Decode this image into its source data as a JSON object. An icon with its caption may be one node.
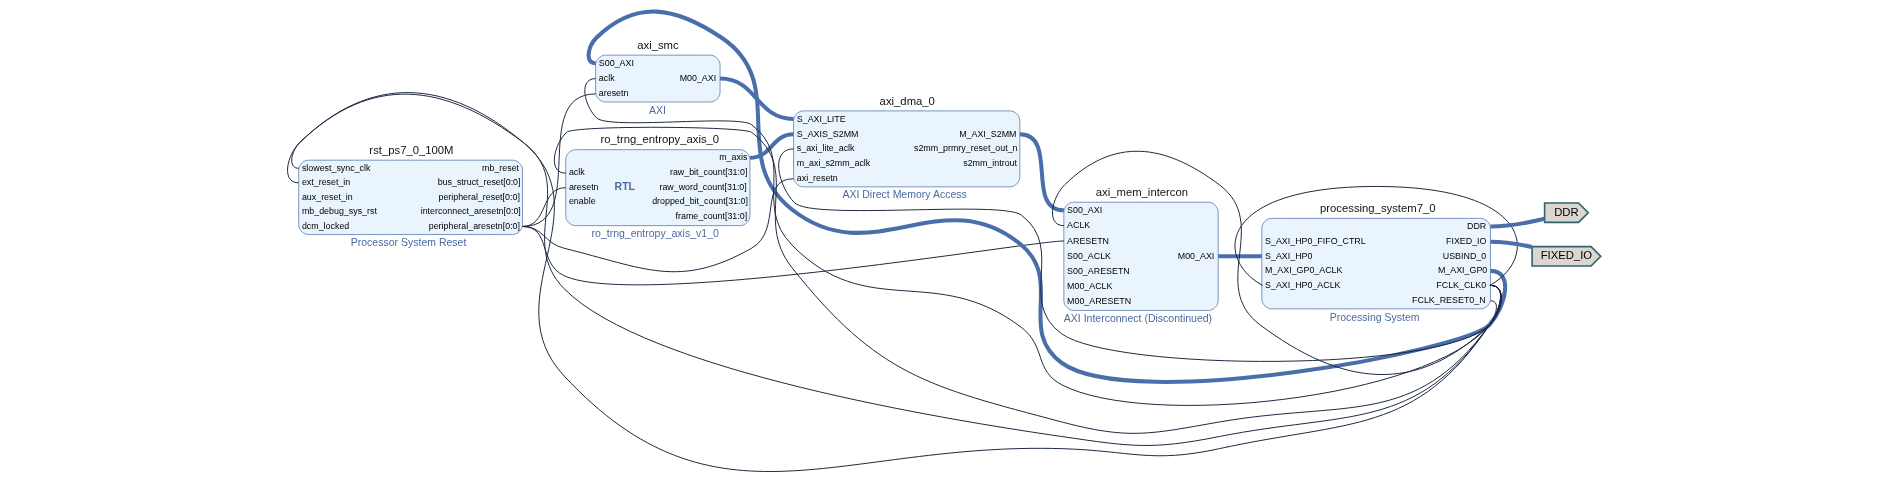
{
  "diagram": {
    "nodes": [
      {
        "text": [
          "rst_ps7_0_100M",
          "slowest_sync_clk",
          "ext_reset_in",
          "aux_reset_in",
          "mb_debug_sys_rst",
          "dcm_locked",
          "mb_reset",
          "bus_struct_reset[0:0]",
          "peripheral_reset[0:0]",
          "interconnect_aresetn[0:0]",
          "peripheral_aresetn[0:0]",
          "Processor System Reset"
        ]
      },
      {
        "text": [
          "axi_smc",
          "S00_AXI",
          "aclk",
          "aresetn",
          "M00_AXI",
          "AXI"
        ]
      },
      {
        "text": [
          "ro_trng_entropy_axis_0",
          "aclk",
          "aresetn",
          "enable",
          "RTL",
          "m_axis",
          "raw_bit_count[31:0]",
          "raw_word_count[31:0]",
          "dropped_bit_count[31:0]",
          "frame_count[31:0]",
          "ro_trng_entropy_axis_v1_0"
        ]
      },
      {
        "text": [
          "axi_dma_0",
          "S_AXI_LITE",
          "S_AXIS_S2MM",
          "s_axi_lite_aclk",
          "m_axi_s2mm_aclk",
          "axi_resetn",
          "M_AXI_S2MM",
          "s2mm_prmry_reset_out_n",
          "s2mm_introut",
          "AXI Direct Memory Access"
        ]
      },
      {
        "text": [
          "axi_mem_intercon",
          "S00_AXI",
          "ACLK",
          "ARESETN",
          "S00_ACLK",
          "S00_ARESETN",
          "M00_ACLK",
          "M00_ARESETN",
          "M00_AXI",
          "AXI Interconnect (Discontinued)"
        ]
      },
      {
        "text": [
          "processing_system7_0",
          "S_AXI_HP0_FIFO_CTRL",
          "S_AXI_HP0",
          "M_AXI_GP0_ACLK",
          "S_AXI_HP0_ACLK",
          "DDR",
          "FIXED_IO",
          "USBIND_0",
          "M_AXI_GP0",
          "FCLK_CLK0",
          "FCLK_RESET0_N",
          "Processing System"
        ]
      },
      {
        "text": [
          "DDR"
        ]
      },
      {
        "text": [
          "FIXED_IO"
        ]
      }
    ],
    "edges": [
      {
        "from": 5,
        "to": 1,
        "arrow": "none",
        "style": "thick",
        "color": "#4a6ea9"
      },
      {
        "from": 1,
        "to": 3,
        "arrow": "none",
        "style": "thick",
        "color": "#4a6ea9"
      },
      {
        "from": 2,
        "to": 3,
        "arrow": "none",
        "style": "thick",
        "color": "#4a6ea9"
      },
      {
        "from": 3,
        "to": 4,
        "arrow": "none",
        "style": "thick",
        "color": "#4a6ea9"
      },
      {
        "from": 4,
        "to": 5,
        "arrow": "none",
        "style": "thick",
        "color": "#4a6ea9"
      },
      {
        "from": 5,
        "to": 6,
        "arrow": "none",
        "style": "thick",
        "color": "#4a6ea9"
      },
      {
        "from": 5,
        "to": 7,
        "arrow": "none",
        "style": "thick",
        "color": "#4a6ea9"
      },
      {
        "from": 5,
        "to": 0,
        "arrow": "none"
      },
      {
        "from": 5,
        "to": 1,
        "arrow": "none"
      },
      {
        "from": 5,
        "to": 2,
        "arrow": "none"
      },
      {
        "from": 5,
        "to": 3,
        "arrow": "none"
      },
      {
        "from": 5,
        "to": 4,
        "arrow": "none"
      },
      {
        "from": 5,
        "to": 5,
        "arrow": "none"
      },
      {
        "from": 5,
        "to": 0,
        "arrow": "none"
      },
      {
        "from": 0,
        "to": 1,
        "arrow": "none"
      },
      {
        "from": 0,
        "to": 2,
        "arrow": "none"
      },
      {
        "from": 0,
        "to": 3,
        "arrow": "none"
      },
      {
        "from": 0,
        "to": 4,
        "arrow": "none"
      }
    ]
  }
}
